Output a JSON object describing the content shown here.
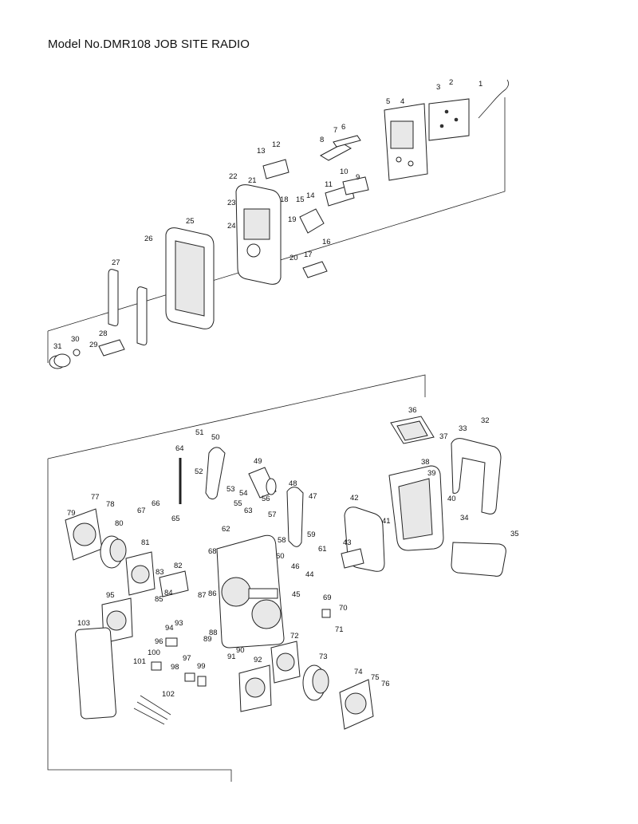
{
  "title": "Model No.DMR108 JOB SITE RADIO",
  "callouts": [
    "1",
    "2",
    "3",
    "4",
    "5",
    "6",
    "7",
    "8",
    "9",
    "10",
    "11",
    "12",
    "13",
    "14",
    "15",
    "16",
    "17",
    "18",
    "19",
    "20",
    "21",
    "22",
    "23",
    "24",
    "25",
    "26",
    "27",
    "28",
    "29",
    "30",
    "31",
    "32",
    "33",
    "34",
    "35",
    "36",
    "37",
    "38",
    "39",
    "40",
    "41",
    "42",
    "43",
    "44",
    "45",
    "46",
    "47",
    "48",
    "49",
    "50",
    "51",
    "52",
    "53",
    "54",
    "55",
    "56",
    "57",
    "58",
    "59",
    "60",
    "61",
    "62",
    "63",
    "64",
    "65",
    "66",
    "67",
    "68",
    "69",
    "70",
    "71",
    "72",
    "73",
    "74",
    "75",
    "76",
    "77",
    "78",
    "79",
    "80",
    "81",
    "82",
    "83",
    "84",
    "85",
    "86",
    "87",
    "88",
    "89",
    "90",
    "91",
    "92",
    "93",
    "94",
    "95",
    "96",
    "97",
    "98",
    "99",
    "100",
    "101",
    "102",
    "103"
  ]
}
